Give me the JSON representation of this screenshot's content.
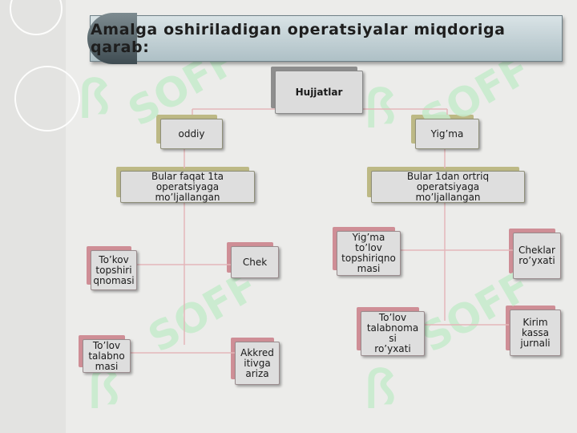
{
  "title": "Amalga oshiriladigan operatsiyalar miqdoriga qarab:",
  "watermark": "SOFF",
  "nodes": {
    "root": "Hujjatlar",
    "oddiy": "oddiy",
    "yigma": "Yig’ma",
    "oddiy_desc": "Bular faqat 1ta\noperatsiyaga\nmo’ljallangan",
    "yigma_desc": "Bular 1dan ortriq\noperatsiyaga\nmo’ljallangan",
    "tolov_topshiriqnomasi": "To’kov\ntopshiri\nqnomasi",
    "chek": "Chek",
    "tolov_talabnomasi": "To’lov\ntalabno\nmasi",
    "akkreditiv": "Akkred\nitivga\nariza",
    "yigma_tolov_topshiriqnomasi": "Yig’ma\nto’lov\ntopshiriqno\nmasi",
    "cheklar_royxati": "Cheklar\nro’yxati",
    "tolov_talabnoma_royxati": "To’lov\ntalabnoma\nsi\nro’yxati",
    "kirim_kassa_jurnali": "Kirim\nkassa\njurnali"
  },
  "colors": {
    "root_accent": "#8e8e8e",
    "level2_accent": "#bdb985",
    "leaf_accent": "#cf8e96",
    "title_bar": "#aec0c6"
  }
}
